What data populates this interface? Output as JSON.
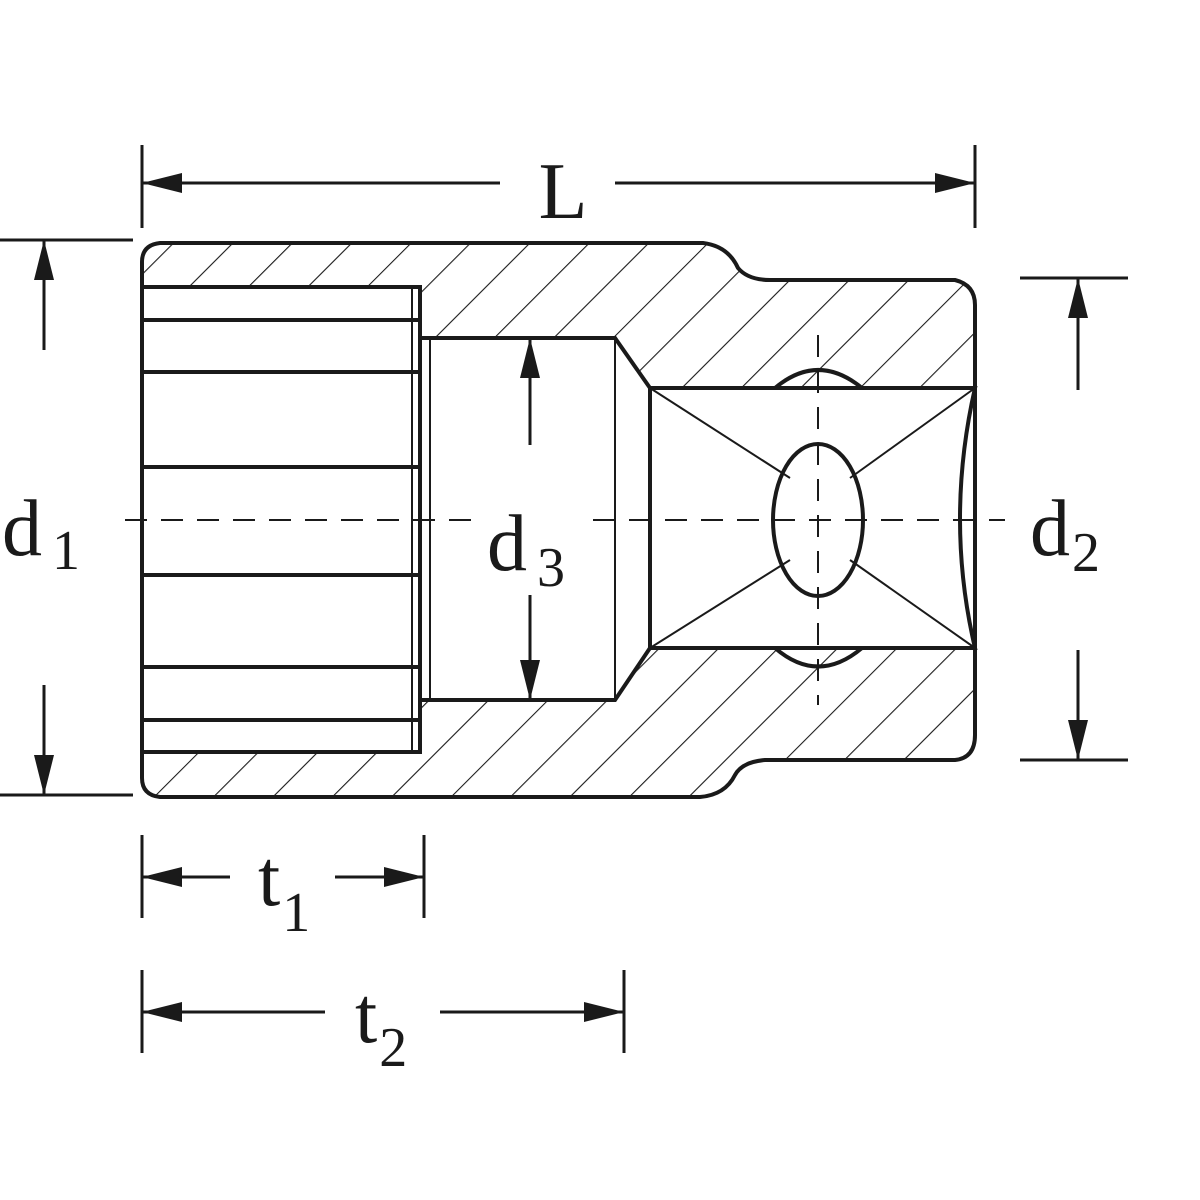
{
  "labels": {
    "L": "L",
    "d1": {
      "base": "d",
      "sub": "1"
    },
    "d2": {
      "base": "d",
      "sub": "2"
    },
    "d3": {
      "base": "d",
      "sub": "3"
    },
    "t1": {
      "base": "t",
      "sub": "1"
    },
    "t2": {
      "base": "t",
      "sub": "2"
    }
  },
  "colors": {
    "ink": "#1a1a1a",
    "background": "#ffffff"
  }
}
